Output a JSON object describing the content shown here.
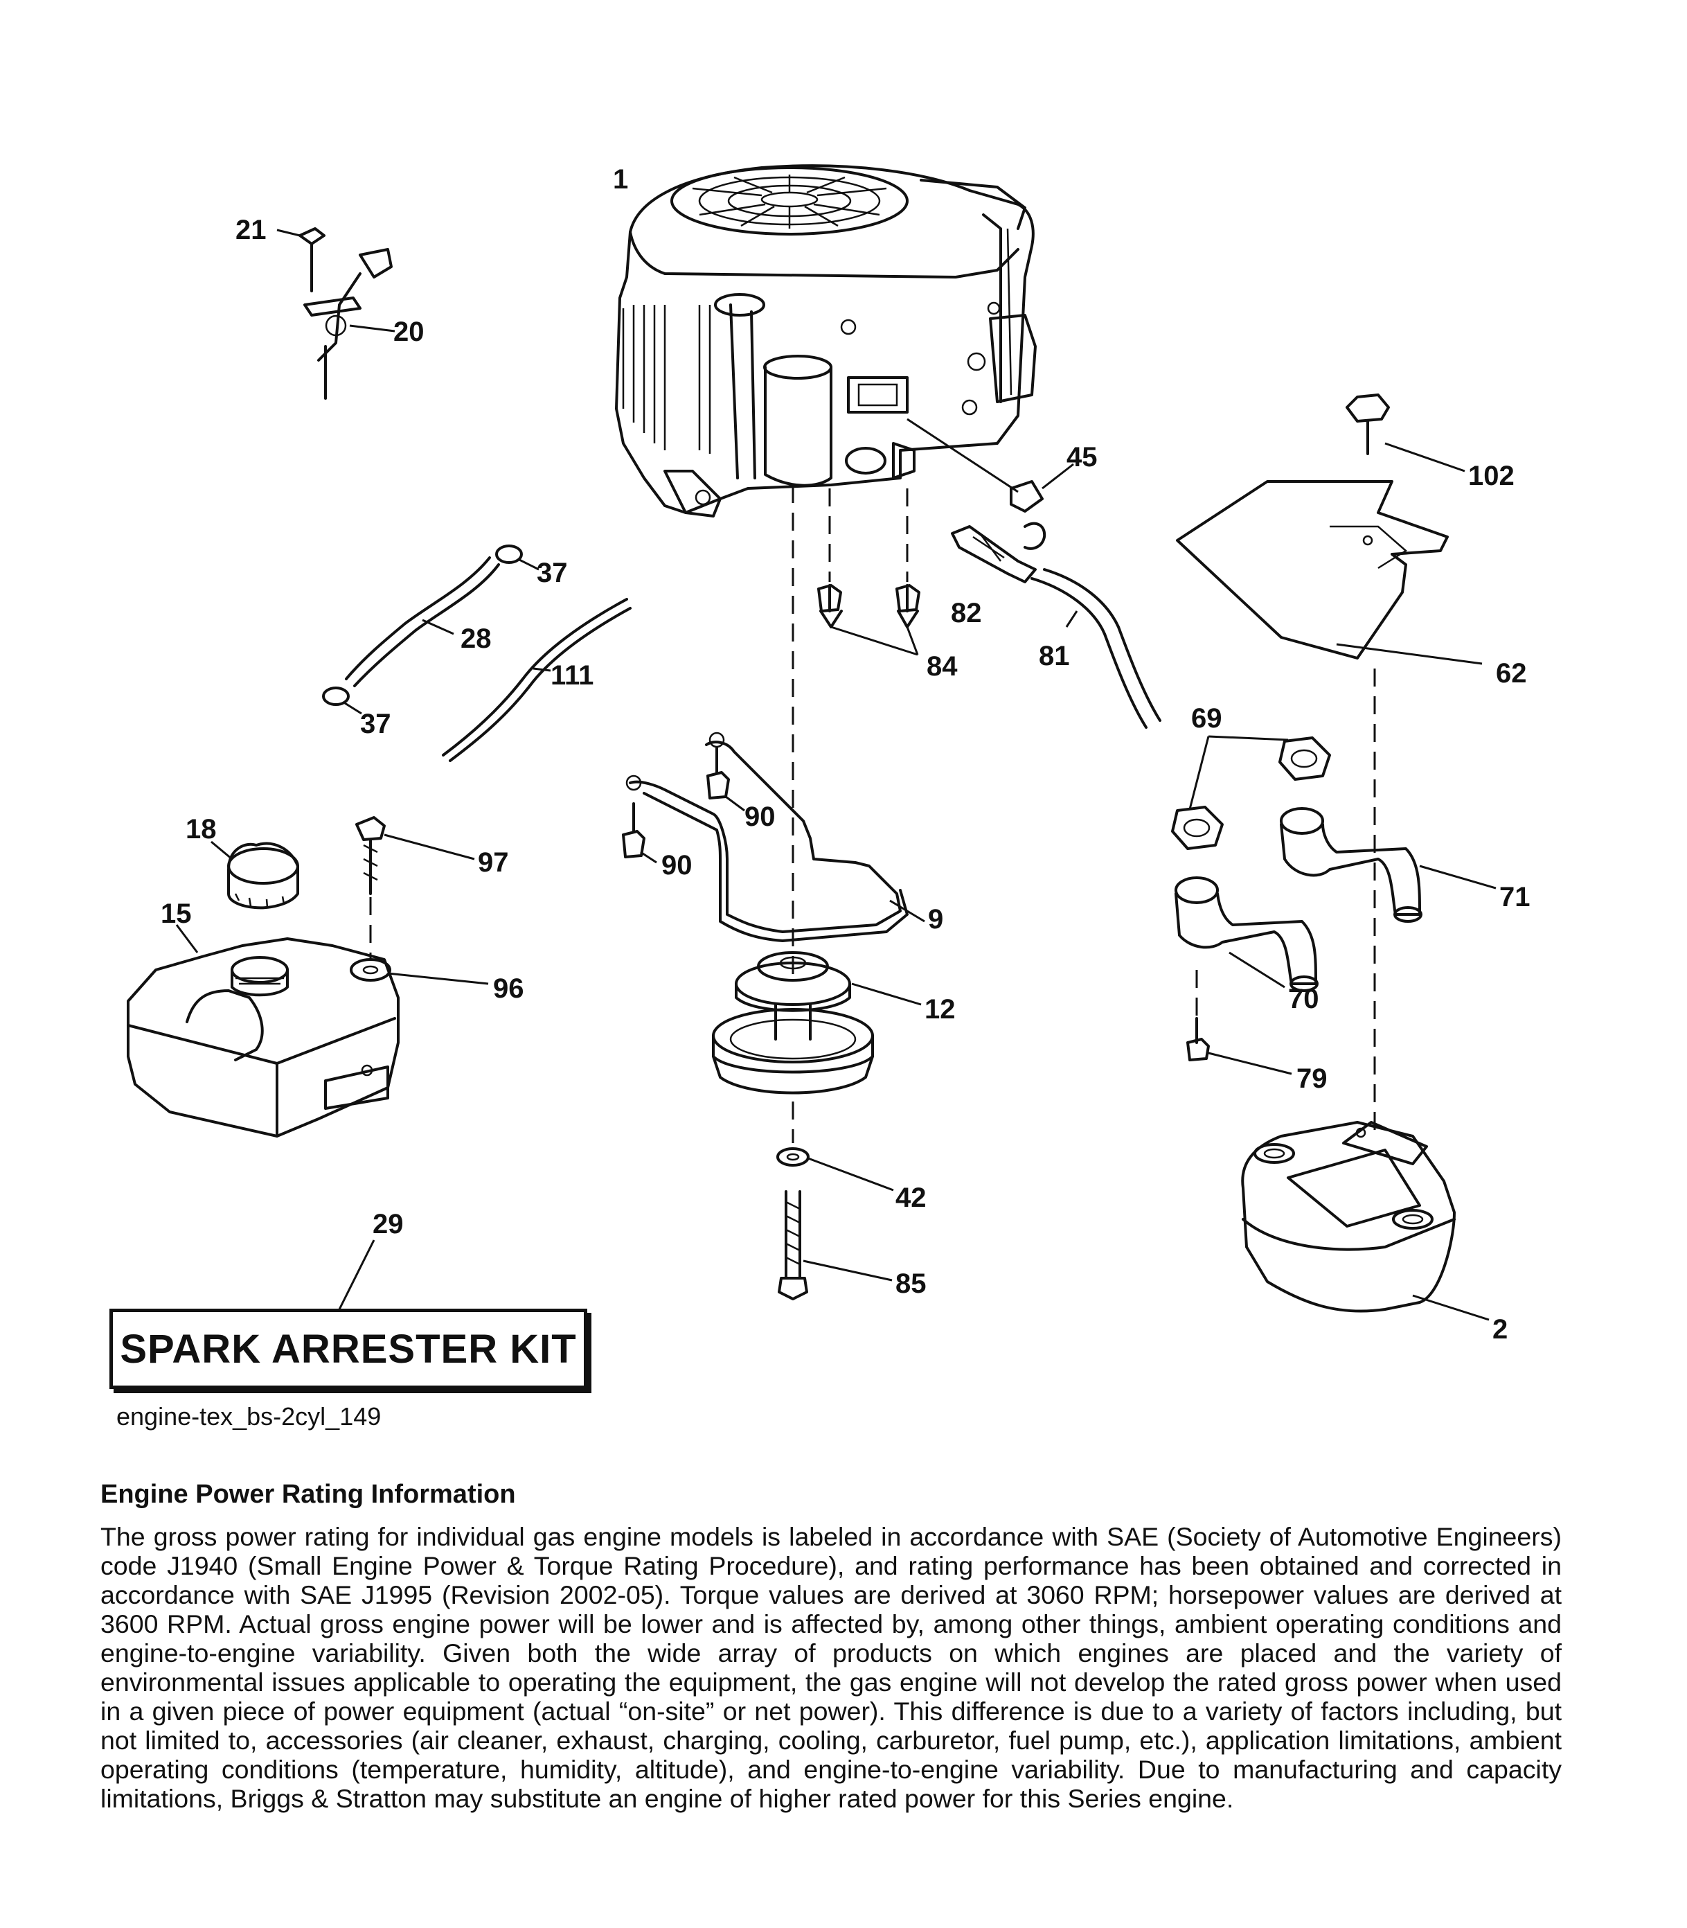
{
  "diagram": {
    "callouts": [
      "1",
      "21",
      "20",
      "45",
      "102",
      "37",
      "28",
      "111",
      "37",
      "82",
      "81",
      "84",
      "62",
      "69",
      "18",
      "97",
      "90",
      "90",
      "9",
      "71",
      "15",
      "96",
      "12",
      "70",
      "79",
      "42",
      "29",
      "85",
      "2"
    ],
    "kit_label": "SPARK ARRESTER KIT",
    "diagram_id": "engine-tex_bs-2cyl_149"
  },
  "info": {
    "title": "Engine Power Rating Information",
    "body": "The gross power rating for individual gas engine models is labeled in accordance with SAE (Society of Automotive Engineers) code J1940 (Small Engine Power & Torque Rating Procedure), and rating performance has been obtained and corrected in accordance with SAE J1995 (Revision 2002-05). Torque values are derived at 3060 RPM; horsepower values are derived at 3600 RPM. Actual gross engine power will be lower and is affected by, among other things, ambient operating conditions and engine-to-engine variability. Given both the wide array of products on which engines are placed and the variety of environmental issues applicable to operating the equipment, the gas engine will not develop the rated gross power when used in a given piece of power equipment (actual “on-site” or net power). This difference is due to a variety of factors including, but not limited to, accessories (air cleaner, exhaust, charging, cooling, carburetor, fuel pump, etc.), application limitations, ambient operating conditions (temperature, humidity, altitude), and engine-to-engine variability. Due to manufacturing and capacity limitations, Briggs & Stratton may substitute an engine of higher rated power for this Series engine."
  }
}
